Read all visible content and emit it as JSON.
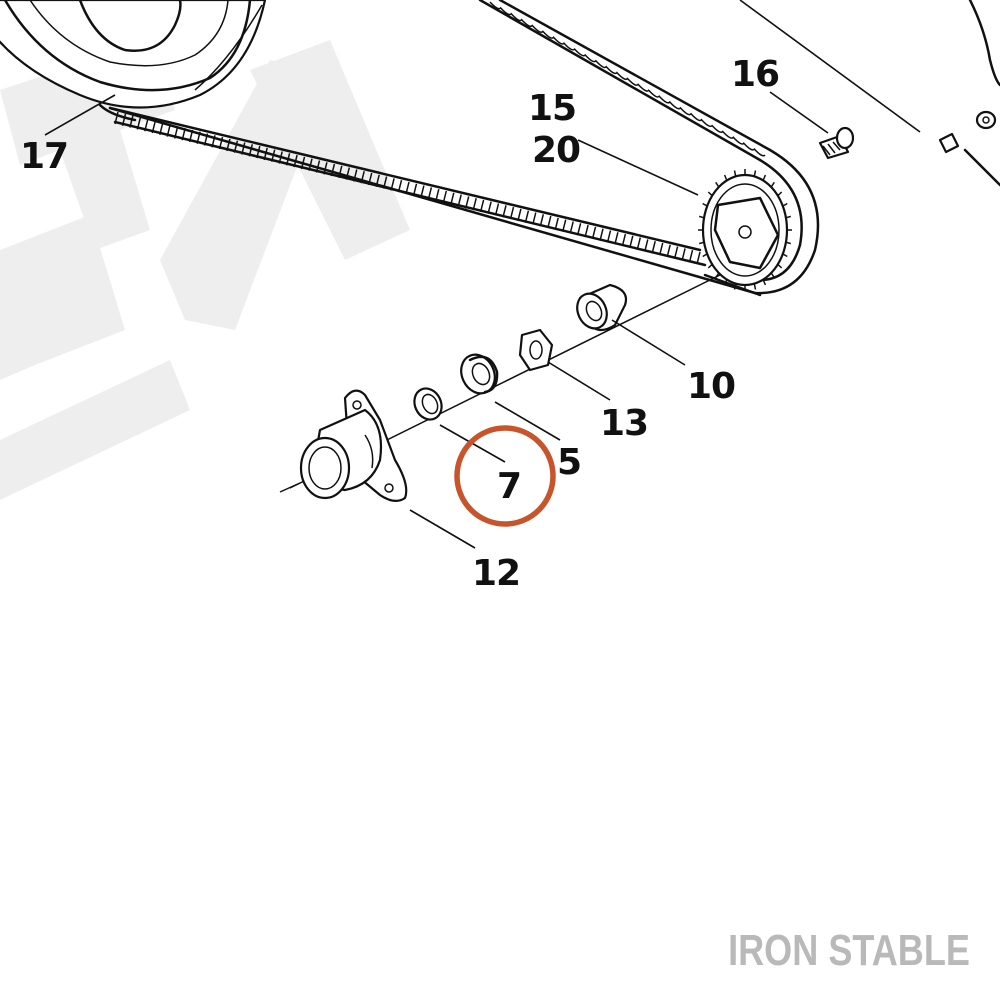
{
  "colors": {
    "ink": "#111111",
    "highlight_ring": "#c8542b",
    "watermark_text": "#b9b9b9",
    "watermark_logo": "#eeeeee"
  },
  "diagram": {
    "part_labels": [
      "17",
      "15",
      "20",
      "16",
      "10",
      "13",
      "5",
      "7",
      "12"
    ],
    "highlighted_part": "7"
  },
  "brand": {
    "watermark_text": "IRON STABLE"
  }
}
